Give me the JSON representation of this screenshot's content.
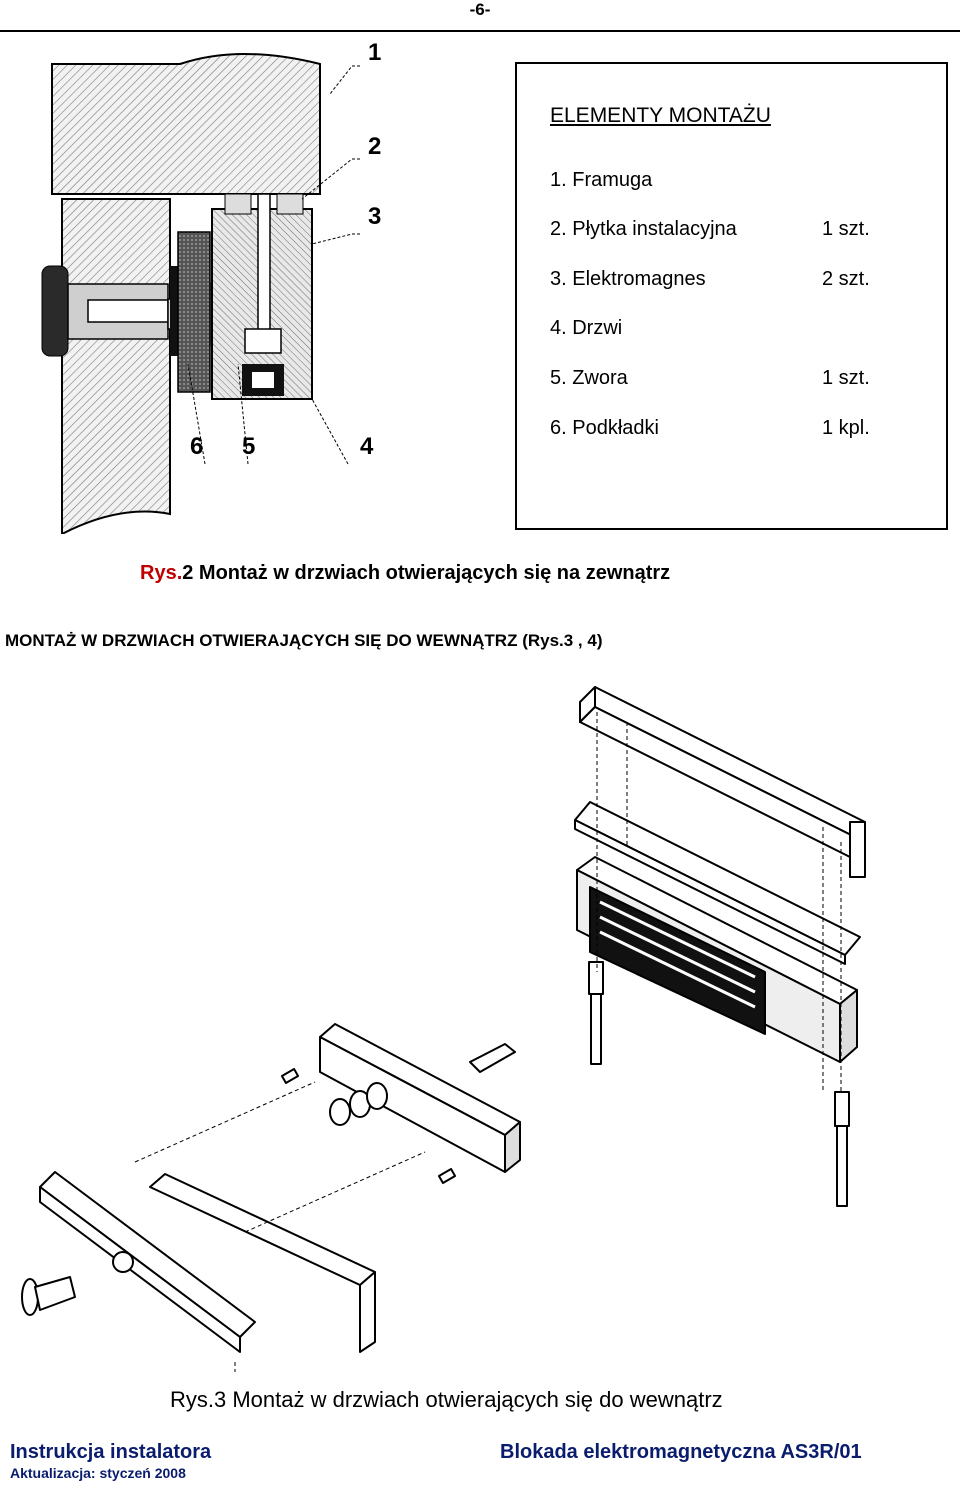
{
  "page_number": "-6-",
  "legend": {
    "title": "ELEMENTY MONTAŻU",
    "items": [
      {
        "name": "1. Framuga",
        "qty": ""
      },
      {
        "name": "2. Płytka instalacyjna",
        "qty": "1 szt."
      },
      {
        "name": "3. Elektromagnes",
        "qty": "2 szt."
      },
      {
        "name": "4. Drzwi",
        "qty": ""
      },
      {
        "name": "5. Zwora",
        "qty": "1 szt."
      },
      {
        "name": "6. Podkładki",
        "qty": "1 kpl."
      }
    ]
  },
  "figure2": {
    "callouts": [
      "1",
      "2",
      "3",
      "6",
      "5",
      "4"
    ],
    "caption_ref": "Rys.",
    "caption_text": "2 Montaż w drzwiach otwierających się na zewnątrz"
  },
  "section_heading": "MONTAŻ W DRZWIACH OTWIERAJĄCYCH SIĘ DO WEWNĄTRZ (Rys.3 , 4)",
  "figure3": {
    "caption": "Rys.3 Montaż w drzwiach otwierających się do wewnątrz"
  },
  "footer": {
    "left": "Instrukcja instalatora",
    "right": "Blokada elektromagnetyczna AS3R/01",
    "date": "Aktualizacja: styczeń 2008"
  }
}
